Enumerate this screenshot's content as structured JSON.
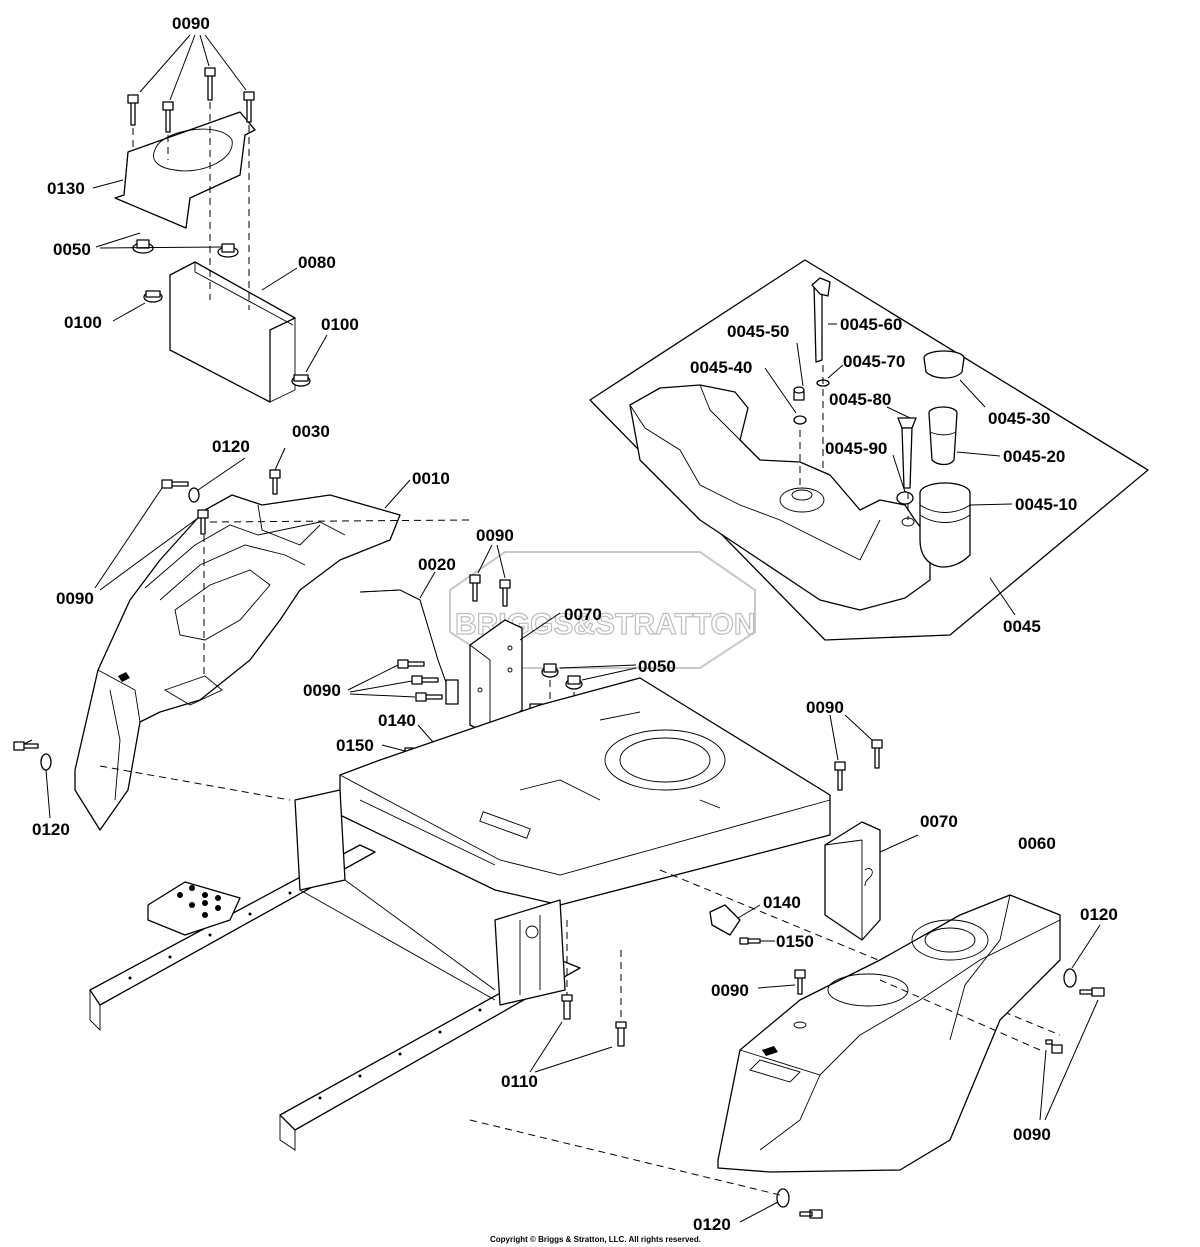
{
  "labels": {
    "l0090_top": "0090",
    "l0130": "0130",
    "l0050_left": "0050",
    "l0080": "0080",
    "l0100_left": "0100",
    "l0100_right": "0100",
    "l0120_top": "0120",
    "l0030": "0030",
    "l0010": "0010",
    "l0090_left": "0090",
    "l0020": "0020",
    "l0090_mid": "0090",
    "l0070_left": "0070",
    "l0050_mid": "0050",
    "l0090_bolts": "0090",
    "l0140_left": "0140",
    "l0150_left": "0150",
    "l0120_left": "0120",
    "l0090_right_bracket": "0090",
    "l0070_right": "0070",
    "l0060": "0060",
    "l0120_right": "0120",
    "l0140_right": "0140",
    "l0150_right": "0150",
    "l0090_right_single": "0090",
    "l0110": "0110",
    "l0090_bottom_right": "0090",
    "l0120_bottom": "0120",
    "l0045_50": "0045-50",
    "l0045_60": "0045-60",
    "l0045_70": "0045-70",
    "l0045_40": "0045-40",
    "l0045_80": "0045-80",
    "l0045_30": "0045-30",
    "l0045_90": "0045-90",
    "l0045_20": "0045-20",
    "l0045_10": "0045-10",
    "l0045": "0045"
  },
  "watermark": "BRIGGS&STRATTON",
  "copyright": "Copyright © Briggs & Stratton, LLC. All rights reserved."
}
